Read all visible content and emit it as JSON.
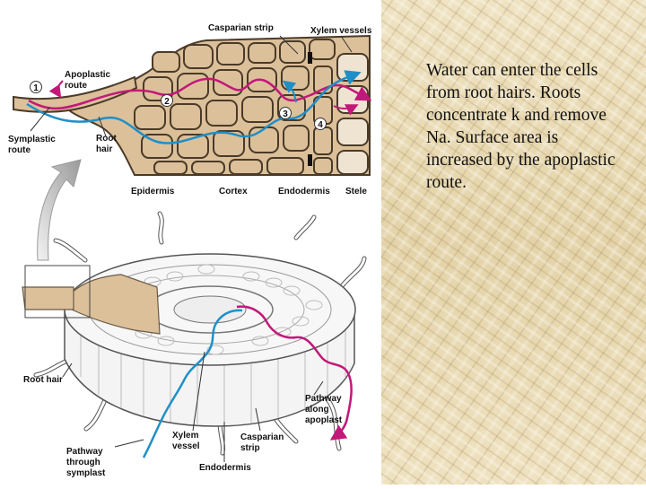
{
  "text": {
    "body": "Water can enter the cells from root hairs. Roots concentrate k and remove Na. Surface area is increased by the apoplastic route."
  },
  "diagram": {
    "top_labels": {
      "casparian_strip": "Casparian strip",
      "xylem_vessels": "Xylem vessels",
      "apoplastic_route": [
        "Apoplastic",
        "route"
      ],
      "symplastic_route": [
        "Symplastic",
        "route"
      ],
      "root_hair": [
        "Root",
        "hair"
      ],
      "epidermis": "Epidermis",
      "cortex": "Cortex",
      "endodermis": "Endodermis",
      "stele": "Stele",
      "steps": [
        "1",
        "2",
        "3",
        "4"
      ]
    },
    "bottom_labels": {
      "root_hair": "Root hair",
      "xylem_vessel": [
        "Xylem",
        "vessel"
      ],
      "casparian_strip": [
        "Casparian",
        "strip"
      ],
      "pathway_apoplast": [
        "Pathway",
        "along",
        "apoplast"
      ],
      "pathway_symplast": [
        "Pathway",
        "through",
        "symplast"
      ],
      "endodermis": "Endodermis"
    }
  },
  "colors": {
    "apoplastic": "#c2187a",
    "symplastic": "#1f8fc7",
    "cell_fill": "#dcc09a",
    "cell_wall": "#4a3a28",
    "background_weave": "#e8d9b3"
  }
}
